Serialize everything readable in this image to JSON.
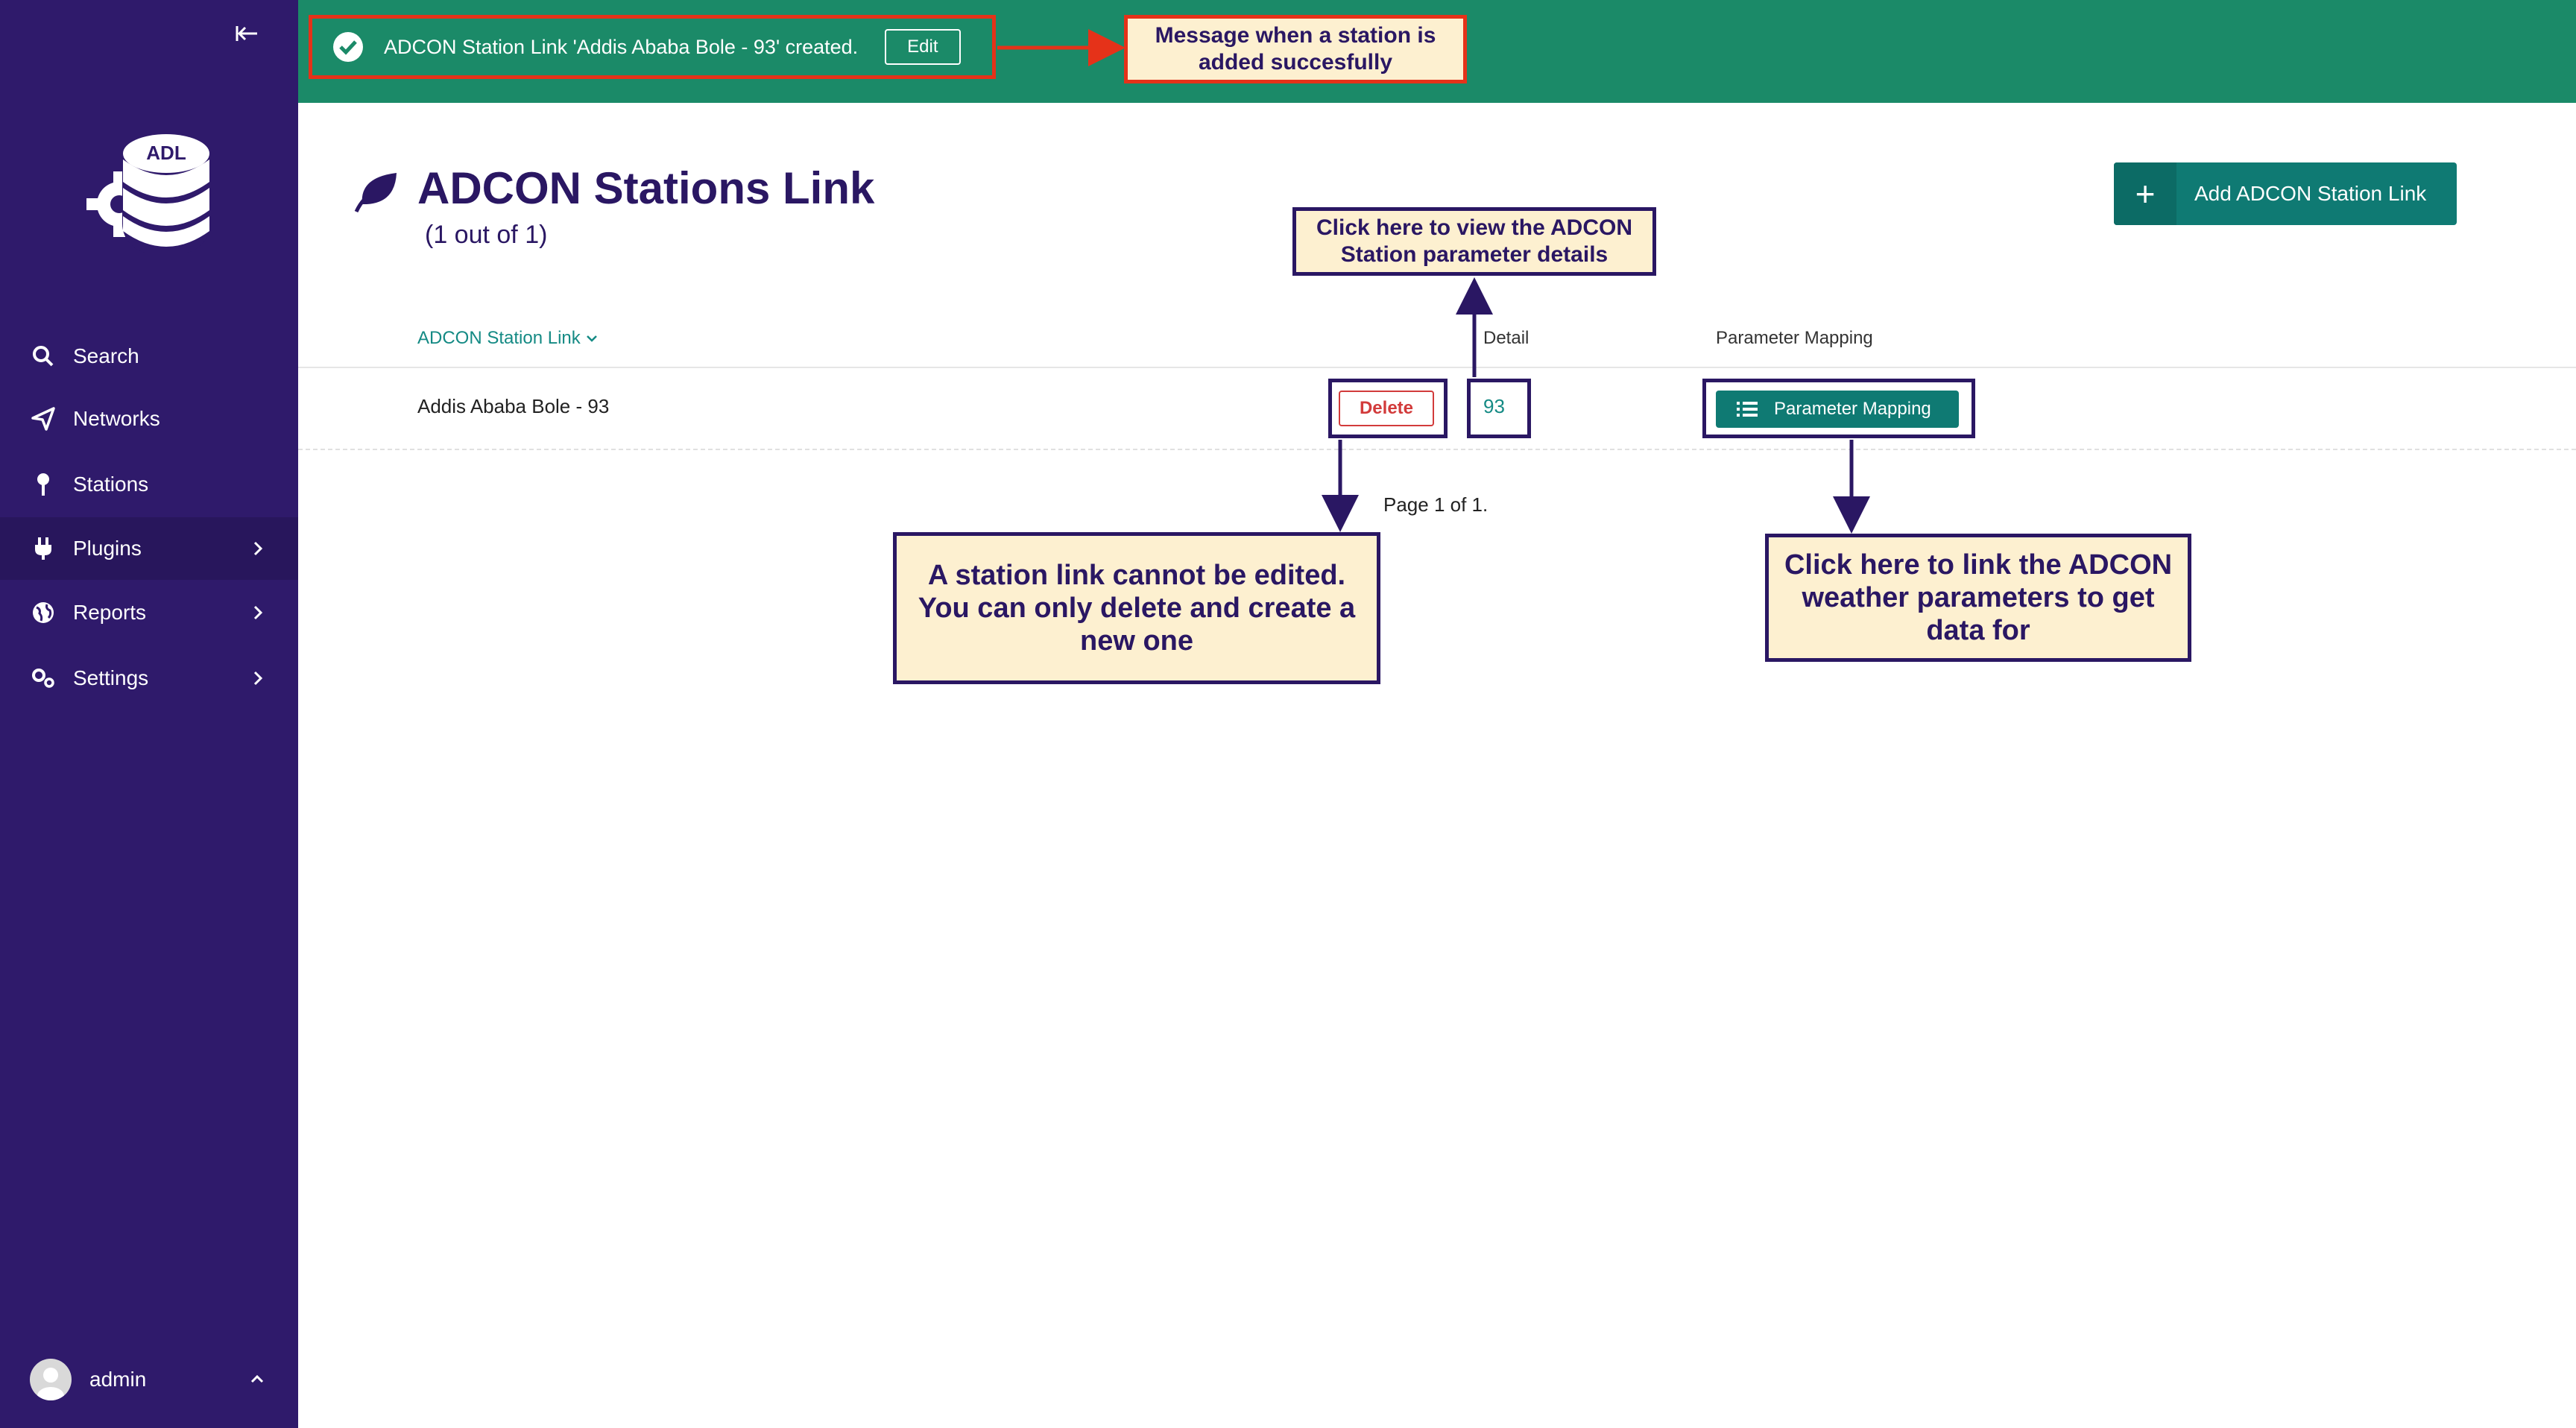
{
  "sidebar": {
    "logo_text": "ADL",
    "items": [
      {
        "label": "Search",
        "icon": "search-icon"
      },
      {
        "label": "Networks",
        "icon": "network-icon"
      },
      {
        "label": "Stations",
        "icon": "pin-icon"
      },
      {
        "label": "Plugins",
        "icon": "plug-icon"
      },
      {
        "label": "Reports",
        "icon": "globe-icon"
      },
      {
        "label": "Settings",
        "icon": "gears-icon"
      }
    ],
    "user": "admin"
  },
  "toast": {
    "message": "ADCON Station Link 'Addis Ababa Bole - 93' created.",
    "edit_label": "Edit"
  },
  "callouts": {
    "success_message": "Message when a station is added succesfully",
    "view_detail": "Click here to view the ADCON Station parameter details",
    "cannot_edit": "A station link cannot be edited. You can only delete and create a new one",
    "link_params": "Click here to link the ADCON weather parameters to get data for"
  },
  "page": {
    "title": "ADCON Stations Link",
    "subtitle": "(1 out of 1)",
    "add_button": "Add ADCON Station Link"
  },
  "table": {
    "headers": [
      "ADCON Station Link",
      "Detail",
      "Parameter Mapping"
    ],
    "rows": [
      {
        "name": "Addis Ababa Bole - 93",
        "delete_label": "Delete",
        "detail": "93",
        "mapping_label": "Parameter Mapping"
      }
    ]
  },
  "pager": "Page 1 of 1.",
  "colors": {
    "sidebar": "#2f1a6b",
    "banner": "#1b8a68",
    "accent": "#0f7a73",
    "annotation_red": "#e53219",
    "annotation_purple": "#2a1763"
  }
}
